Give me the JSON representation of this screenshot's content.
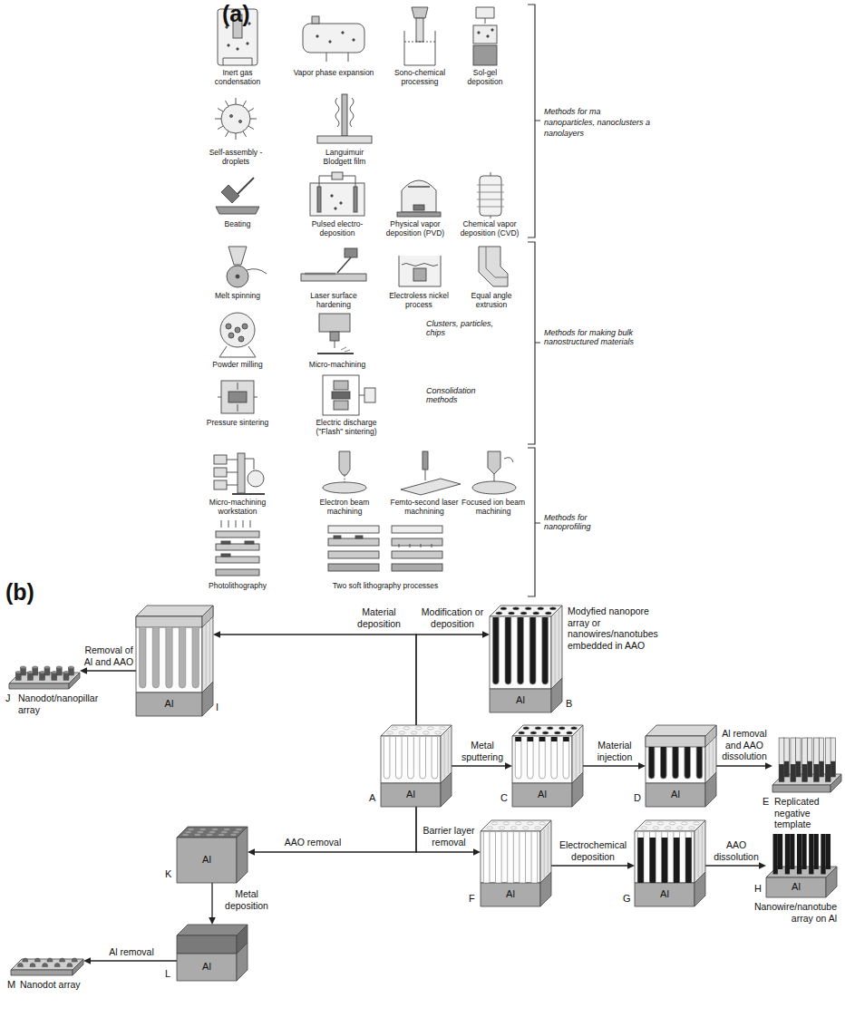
{
  "diagram": {
    "nodes": [
      {
        "text": [
          "Al",
          "A"
        ]
      },
      {
        "text": [
          "Al",
          "B",
          "Modyfied nanopore array or nanowires/nanotubes embedded in AAO"
        ]
      },
      {
        "text": [
          "Al",
          "C"
        ]
      },
      {
        "text": [
          "Al",
          "D"
        ]
      },
      {
        "text": [
          "E",
          "Replicated negative template"
        ]
      },
      {
        "text": [
          "Al",
          "F"
        ]
      },
      {
        "text": [
          "Al",
          "G"
        ]
      },
      {
        "text": [
          "Al",
          "H",
          "Nanowire/nanotube array on Al"
        ]
      },
      {
        "text": [
          "Al",
          "I"
        ]
      },
      {
        "text": [
          "J",
          "Nanodot/nanopillar array"
        ]
      },
      {
        "text": [
          "Al",
          "K"
        ]
      },
      {
        "text": [
          "Al",
          "L"
        ]
      },
      {
        "text": [
          "M",
          "Nanodot array"
        ]
      }
    ],
    "edges": [
      {
        "from": 0,
        "to": 8,
        "label": "Material deposition",
        "arrow": "to"
      },
      {
        "from": 8,
        "to": 9,
        "label": "Removal of Al and AAO",
        "arrow": "to"
      },
      {
        "from": 0,
        "to": 1,
        "label": "Modification or deposition",
        "arrow": "to"
      },
      {
        "from": 0,
        "to": 2,
        "label": "Metal sputtering",
        "arrow": "to"
      },
      {
        "from": 2,
        "to": 3,
        "label": "Material injection",
        "arrow": "to"
      },
      {
        "from": 3,
        "to": 4,
        "label": "Al removal and AAO dissolution",
        "arrow": "to"
      },
      {
        "from": 0,
        "to": 10,
        "label": "AAO removal",
        "arrow": "to"
      },
      {
        "from": 0,
        "to": 5,
        "label": "Barrier layer removal",
        "arrow": "to"
      },
      {
        "from": 5,
        "to": 6,
        "label": "Electrochemical deposition",
        "arrow": "to"
      },
      {
        "from": 6,
        "to": 7,
        "label": "AAO dissolution",
        "arrow": "to"
      },
      {
        "from": 10,
        "to": 11,
        "label": "Metal deposition",
        "arrow": "to"
      },
      {
        "from": 11,
        "to": 12,
        "label": "Al removal",
        "arrow": "to"
      }
    ],
    "labels": [
      "(a)",
      "Inert gas condensation",
      "Vapor phase expansion",
      "Sono-chemical processing",
      "Sol-gel deposition",
      "Self-assembly - droplets",
      "Languimuir Blodgett film",
      "Beating",
      "Pulsed electro-deposition",
      "Physical vapor deposition (PVD)",
      "Chemical vapor deposition (CVD)",
      "Methods for ma",
      "nanoparticles, nanoclusters a",
      "nanolayers",
      "Melt spinning",
      "Laser surface hardening",
      "Electroless nickel process",
      "Equal angle extrusion",
      "Powder milling",
      "Micro-machining",
      "Clusters, particles, chips",
      "Pressure sintering",
      "Electric discharge (\"Flash\" sintering)",
      "Consolidation methods",
      "Methods for making bulk nanostructured materials",
      "Micro-machining workstation",
      "Electron beam machining",
      "Femto-second laser machnining",
      "Focused ion beam machining",
      "Photolithography",
      "Two soft lithography processes",
      "Methods for nanoprofiling",
      "(b)"
    ]
  }
}
